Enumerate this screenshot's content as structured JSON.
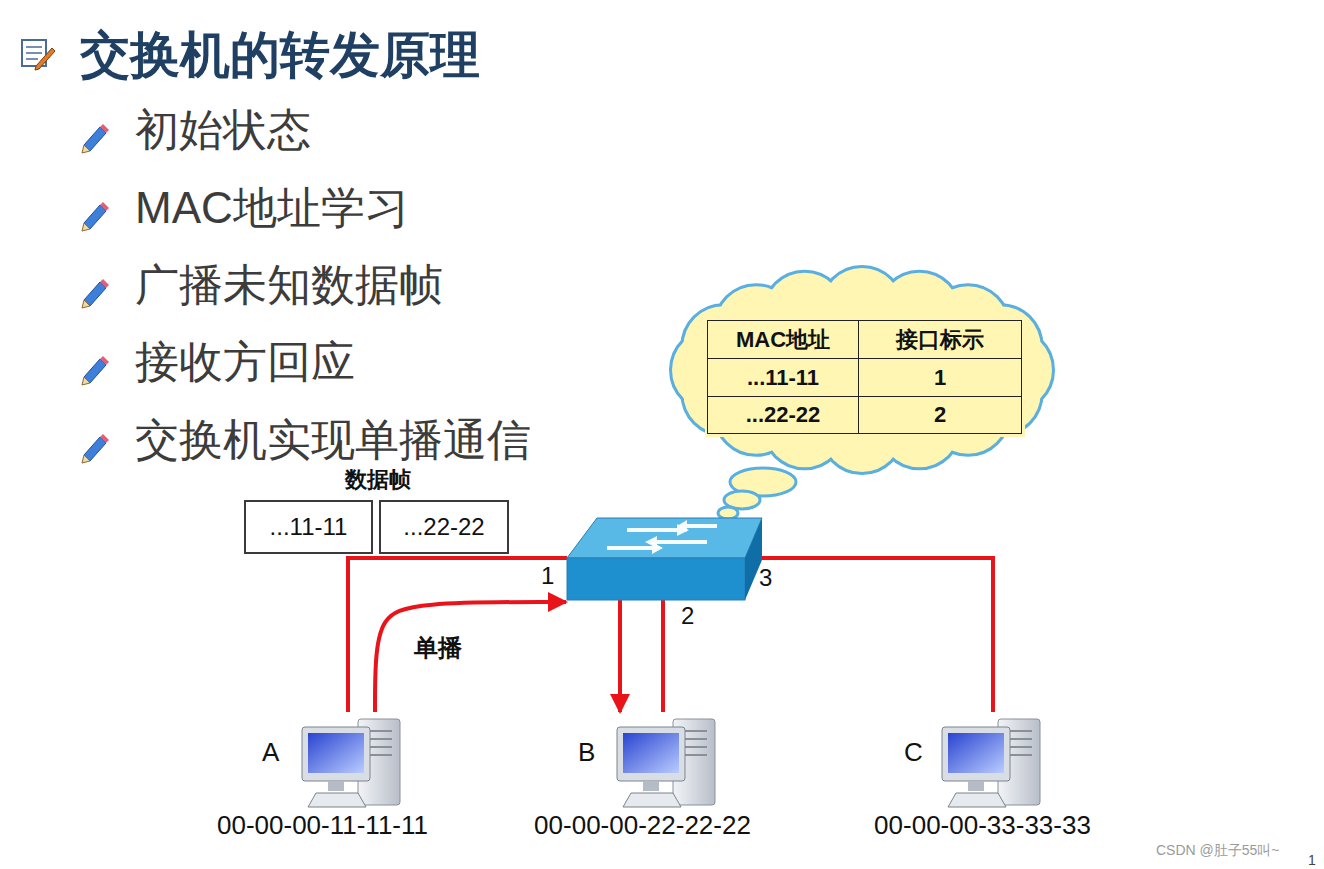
{
  "diagram": {
    "title": "交换机的转发原理",
    "nodes": [
      {
        "text": [
          "...11-11"
        ]
      },
      {
        "text": [
          "...22-22"
        ]
      },
      {
        "text": [
          "1",
          "2",
          "3"
        ]
      },
      {
        "text": [
          "A",
          "00-00-00-11-11-11"
        ]
      },
      {
        "text": [
          "B",
          "00-00-00-22-22-22"
        ]
      },
      {
        "text": [
          "C",
          "00-00-00-33-33-33"
        ]
      }
    ],
    "edges": [
      {
        "from": 3,
        "to": 2,
        "arrow": "none"
      },
      {
        "from": 3,
        "to": 2,
        "arrow": "to",
        "label": "单播"
      },
      {
        "from": 2,
        "to": 4,
        "arrow": "to"
      },
      {
        "from": 4,
        "to": 2,
        "arrow": "none"
      },
      {
        "from": 5,
        "to": 2,
        "arrow": "none"
      }
    ],
    "labels": [
      "初始状态",
      "MAC地址学习",
      "广播未知数据帧",
      "接收方回应",
      "交换机实现单播通信",
      "MAC地址",
      "接口标示",
      "...11-11",
      "1",
      "...22-22",
      "2",
      "数据帧",
      "CSDN @肚子55叫~",
      "1"
    ]
  }
}
